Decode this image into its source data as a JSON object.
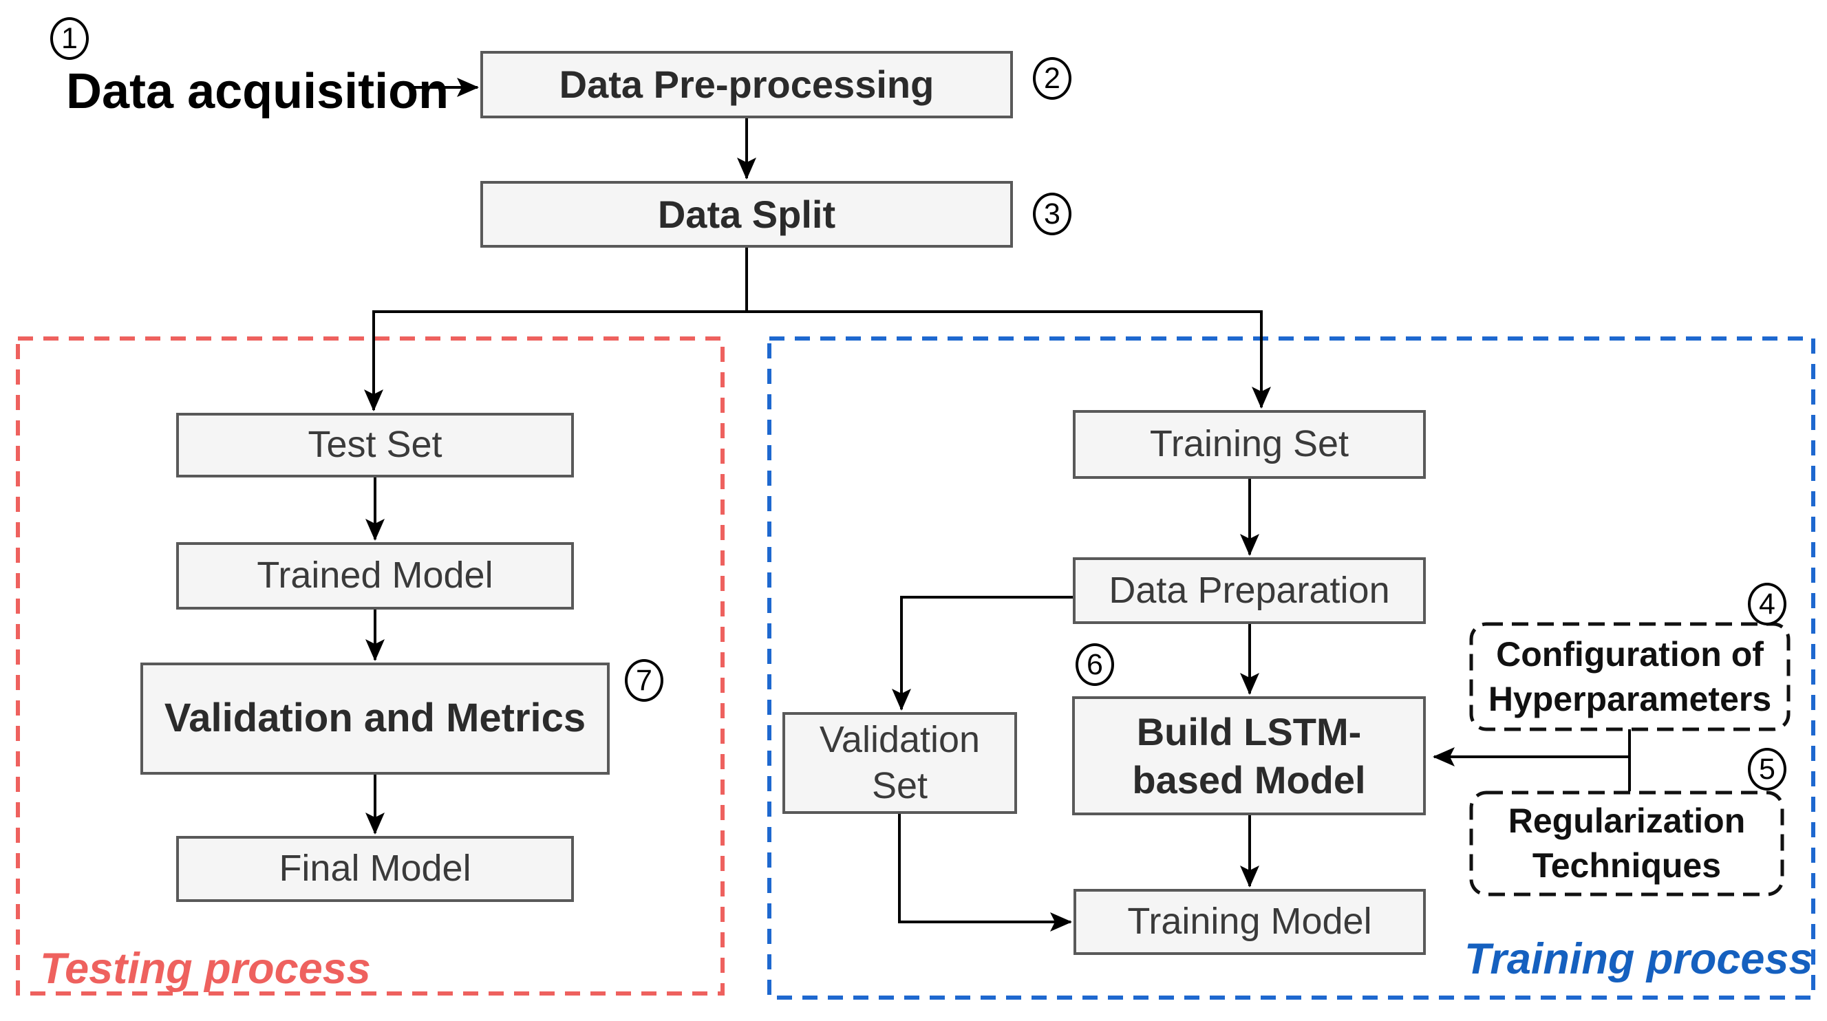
{
  "colors": {
    "testing_accent": "#ee615e",
    "training_accent": "#1e68cf",
    "training_text": "#1560bf",
    "box_fill": "#f5f5f5",
    "box_border": "#595959",
    "line_color": "#000000"
  },
  "pipeline": {
    "step1": {
      "number": "1",
      "label": "Data acquisition"
    },
    "preprocessing": {
      "number": "2",
      "label": "Data Pre-processing"
    },
    "data_split": {
      "number": "3",
      "label": "Data Split"
    }
  },
  "testing_process": {
    "title": "Testing process",
    "test_set": "Test Set",
    "trained_model": "Trained Model",
    "validation_and_metrics": {
      "number": "7",
      "label": "Validation and Metrics"
    },
    "final_model": "Final Model"
  },
  "training_process": {
    "title": "Training process",
    "training_set": "Training Set",
    "data_preparation": "Data Preparation",
    "build_model": {
      "number": "6",
      "line1": "Build LSTM-",
      "line2": "based Model"
    },
    "validation_set": {
      "line1": "Validation",
      "line2": "Set"
    },
    "training_model": "Training Model",
    "hyperparameters": {
      "number": "4",
      "line1": "Configuration of",
      "line2": "Hyperparameters"
    },
    "regularization": {
      "number": "5",
      "line1": "Regularization",
      "line2": "Techniques"
    }
  }
}
